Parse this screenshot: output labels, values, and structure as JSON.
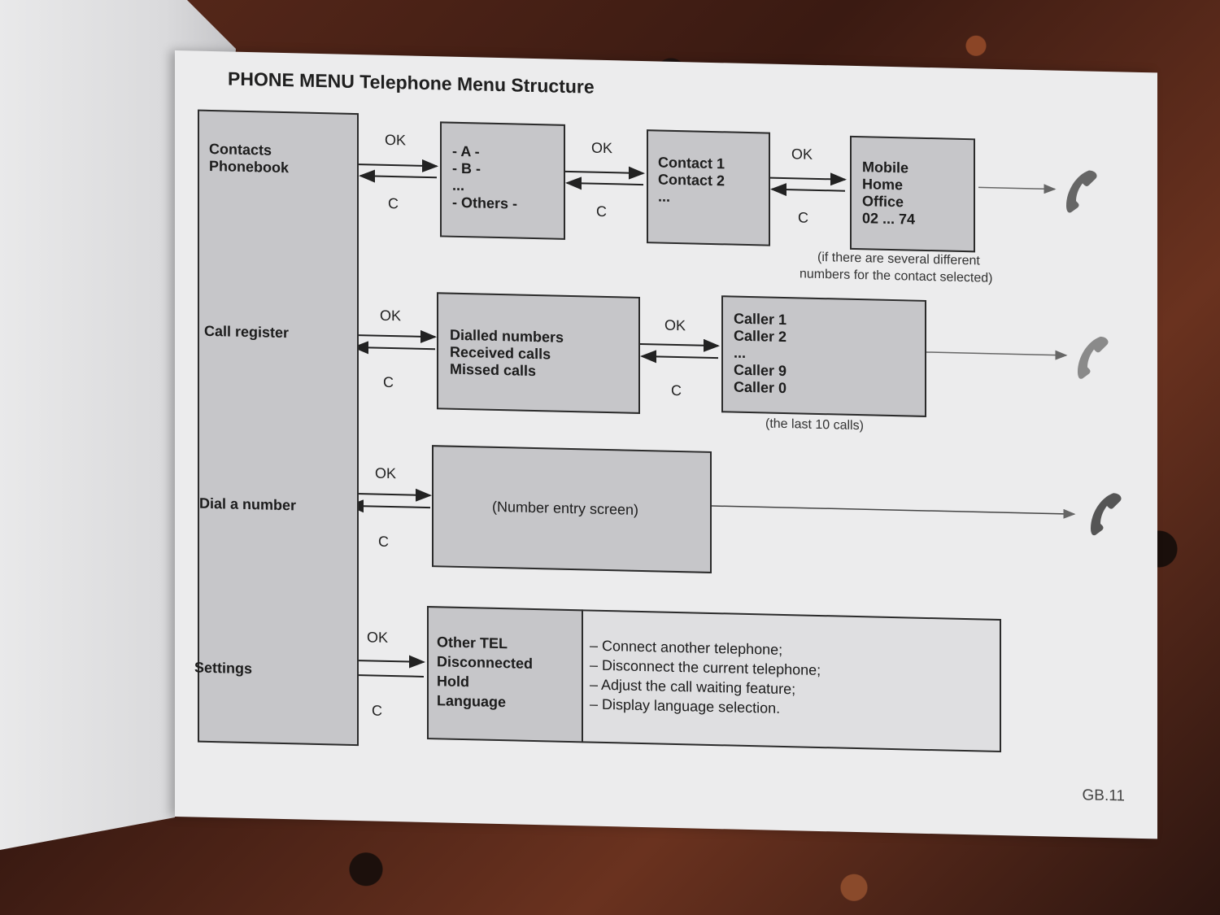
{
  "title": "PHONE MENU Telephone Menu Structure",
  "menu": {
    "contacts": [
      "Contacts",
      "Phonebook"
    ],
    "call_register": "Call register",
    "dial": "Dial a number",
    "settings": "Settings"
  },
  "arrows": {
    "ok": "OK",
    "c": "C"
  },
  "contacts_row": {
    "letters": [
      "- A -",
      "- B -",
      "...",
      "- Others -"
    ],
    "contacts": [
      "Contact 1",
      "Contact 2",
      "..."
    ],
    "numbers": [
      "Mobile",
      "Home",
      "Office",
      "02  ...  74"
    ],
    "note": [
      "(if there are several different",
      "numbers for the contact selected)"
    ]
  },
  "register_row": {
    "types": [
      "Dialled numbers",
      "Received calls",
      "Missed calls"
    ],
    "callers": [
      "Caller 1",
      "Caller 2",
      "...",
      "Caller 9",
      "Caller 0"
    ],
    "note": "(the last 10 calls)"
  },
  "dial_row": {
    "screen": "(Number entry screen)"
  },
  "settings_row": {
    "items": [
      "Other TEL",
      "Disconnected",
      "Hold",
      "Language"
    ],
    "descriptions": [
      "– Connect another telephone;",
      "– Disconnect the current telephone;",
      "– Adjust the call waiting feature;",
      "– Display language selection."
    ]
  },
  "page_number": "GB.11",
  "icons": {
    "phone": "phone-handset-icon"
  }
}
